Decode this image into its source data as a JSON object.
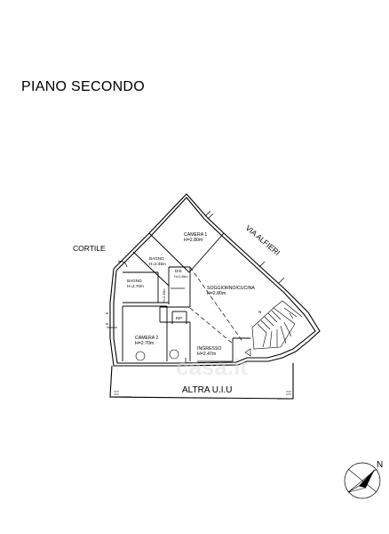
{
  "title": "PIANO SECONDO",
  "labels": {
    "cortile": "CORTILE",
    "via": "VIA ALFIERI",
    "altra": "ALTRA U.I.U",
    "north": "N",
    "n_small": "N",
    "rip": "RIP."
  },
  "rooms": {
    "camera1": {
      "name": "CAMERA 1",
      "height": "H=2.80m"
    },
    "bagno1": {
      "name": "BAGNO",
      "height": "H=2.45m"
    },
    "dis": {
      "name": "DIS",
      "height": "H=2.45m"
    },
    "soggiorno": {
      "name": "SOGGIORNO/CUCINA",
      "height": "H=2.80m"
    },
    "bagno2": {
      "name": "BAGNO",
      "height": "H=2.70m"
    },
    "ripostiglio_h": {
      "height": "H=2.45m"
    },
    "camera2": {
      "name": "CAMERA 2",
      "height": "H=2.70m"
    },
    "ingresso": {
      "name": "INGRESSO",
      "height": "H=2.47m"
    }
  },
  "watermark": "casa.it"
}
